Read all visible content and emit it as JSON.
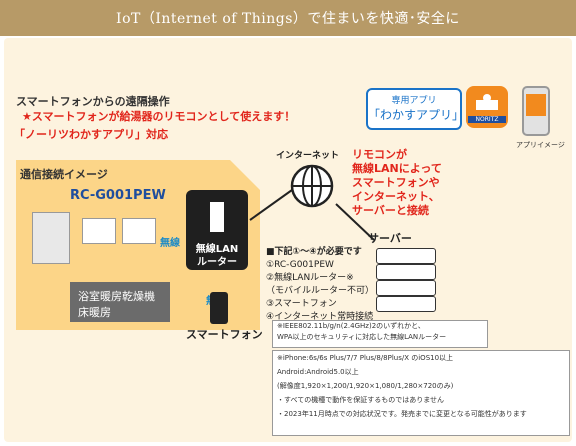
{
  "header": {
    "title": "IoT（Internet of Things）で住まいを快適･安全に"
  },
  "remote_op": {
    "title": "スマートフォンからの遠隔操作",
    "tagline": "★スマートフォンが給湯器のリモコンとして使えます！",
    "compat": "「ノーリツわかすアプリ」対応"
  },
  "app": {
    "label": "専用アプリ",
    "name": "「わかすアプリ」",
    "brand": "NORITZ",
    "image_caption": "アプリイメージ"
  },
  "diagram": {
    "network_title": "通信接続イメージ",
    "model": "RC-G001PEW",
    "wireless_left": "無線",
    "router_label_1": "無線LAN",
    "router_label_2": "ルーター",
    "wireless_bottom": "無線",
    "phone_label": "スマートフォン",
    "internet_label": "インターネット",
    "server_label": "サーバー",
    "bath_label_1": "浴室暖房乾燥機",
    "bath_label_2": "床暖房"
  },
  "remote_feature": {
    "lines": [
      "リモコンが",
      "無線LANによって",
      "スマートフォンや",
      "インターネット、",
      "サーバーと接続"
    ]
  },
  "requirements": {
    "heading": "■下記①〜④が必要です",
    "items": [
      "①RC-G001PEW",
      "②無線LANルーター※",
      "（モバイルルーター不可）",
      "③スマートフォン",
      "④インターネット常時接続"
    ]
  },
  "note1": {
    "lines": [
      "※IEEE802.11b/g/n(2.4GHz)2のいずれかと、",
      "WPA以上のセキュリティに対応した無線LANルーター"
    ]
  },
  "note2": {
    "lines": [
      "※iPhone:6s/6s Plus/7/7 Plus/8/8Plus/X のiOS10以上",
      "Android:Android5.0以上",
      "(解像度1,920×1,200/1,920×1,080/1,280×720のみ)",
      "・すべての機種で動作を保証するものではありません",
      "・2023年11月時点での対応状況です。発売までに変更となる可能性があります"
    ]
  },
  "colors": {
    "accent": "#e1261c",
    "header": "#b79a67",
    "house": "#fcd588",
    "panel": "#fdf3df",
    "app_blue": "#1a73c8"
  }
}
